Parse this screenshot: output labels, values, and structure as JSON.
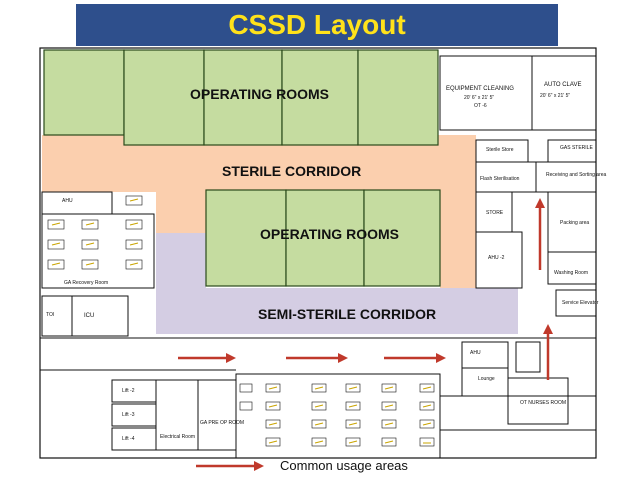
{
  "title": "CSSD Layout",
  "zones": {
    "operating_rooms_top": "OPERATING ROOMS",
    "sterile_corridor": "STERILE CORRIDOR",
    "operating_rooms_middle": "OPERATING ROOMS",
    "semi_sterile_corridor": "SEMI-STERILE CORRIDOR"
  },
  "rooms": {
    "equipment_cleaning": "EQUIPMENT CLEANING",
    "equipment_cleaning_size": "20' 6\" x 21' 5\"",
    "equipment_cleaning_code": "OT -6",
    "autoclave": "AUTO CLAVE",
    "autoclave_size": "20' 6\" x 21' 5\"",
    "sterile_store": "Sterile Store",
    "gas_sterile": "GAS STERILE",
    "flash_sterilisation": "Flash Sterilisation",
    "receiving_sorting": "Receiving and Sorting area",
    "store": "STORE",
    "packing_area": "Packing area",
    "ahu_2": "AHU -2",
    "washing_room": "Washing Room",
    "service_elevator": "Service Elevator",
    "ahu_left": "AHU",
    "ga_recovery": "GA Recovery Room",
    "icu": "ICU",
    "toi": "TOI",
    "ahu_bottom": "AHU",
    "lift_2": "Lift -2",
    "lift_3": "Lift -3",
    "lift_4": "Lift -4",
    "electrical_room": "Electrical Room",
    "ga_pre_op": "GA PRE OP ROOM",
    "lounge": "Lounge",
    "ot_nurses_room": "OT NURSES ROOM"
  },
  "legend": {
    "common_usage": "Common usage areas"
  },
  "colors": {
    "title_bg": "#2e4f8c",
    "title_text": "#ffe21a",
    "operating_room_fill": "#c5dca0",
    "sterile_corridor_fill": "#fbcfae",
    "semi_sterile_fill": "#d4cde3",
    "arrow_red": "#c0392b",
    "wall": "#111111"
  }
}
